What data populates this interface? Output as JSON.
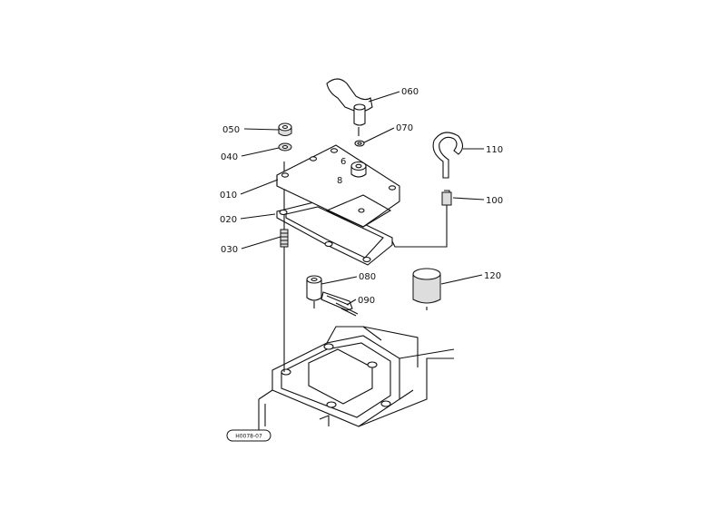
{
  "callouts": [
    {
      "id": "050",
      "label": "050"
    },
    {
      "id": "040",
      "label": "040"
    },
    {
      "id": "010",
      "label": "010"
    },
    {
      "id": "020",
      "label": "020"
    },
    {
      "id": "030",
      "label": "030"
    },
    {
      "id": "060",
      "label": "060"
    },
    {
      "id": "070",
      "label": "070"
    },
    {
      "id": "110",
      "label": "110"
    },
    {
      "id": "100",
      "label": "100"
    },
    {
      "id": "080",
      "label": "080"
    },
    {
      "id": "090",
      "label": "090"
    },
    {
      "id": "120",
      "label": "120"
    }
  ],
  "plate_marks": {
    "mark_a": "6",
    "mark_b": "8"
  },
  "drawing_ref": "H0078-07"
}
